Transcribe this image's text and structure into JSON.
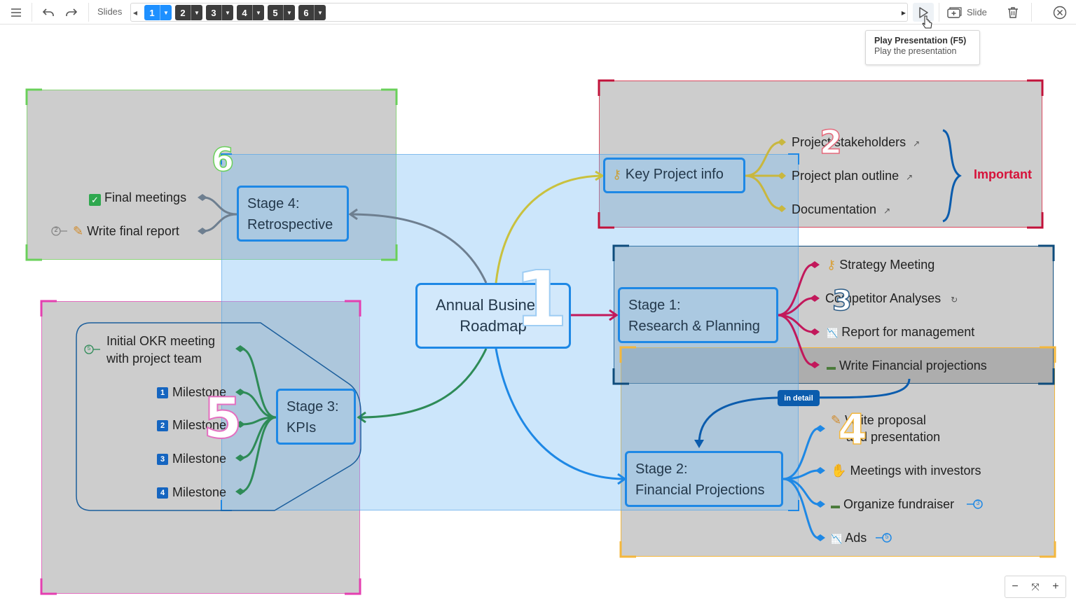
{
  "toolbar": {
    "menu_icon": "hamburger-icon",
    "undo_icon": "undo-icon",
    "redo_icon": "redo-icon",
    "slides_label": "Slides",
    "slide_tabs": [
      "1",
      "2",
      "3",
      "4",
      "5",
      "6"
    ],
    "active_slide": "1",
    "play_icon": "play-icon",
    "add_slide_label": "Slide",
    "delete_icon": "trash-icon",
    "close_icon": "close-icon"
  },
  "tooltip": {
    "title": "Play Presentation (F5)",
    "description": "Play the presentation"
  },
  "frame_numbers": [
    "1",
    "2",
    "3",
    "4",
    "5",
    "6"
  ],
  "mindmap": {
    "center": {
      "line1": "Annual Business",
      "line2": "Roadmap"
    },
    "key_project": {
      "title": "Key Project info",
      "items": [
        "Project stakeholders",
        "Project plan outline",
        "Documentation"
      ],
      "bracket_label": "Important"
    },
    "stage1": {
      "line1": "Stage 1:",
      "line2": "Research & Planning",
      "items": [
        "Strategy Meeting",
        "Competitor Analyses",
        "Report for management",
        "Write Financial projections"
      ]
    },
    "stage2": {
      "line1": "Stage 2:",
      "line2": "Financial Projections",
      "items": [
        "Write proposal",
        "and presentation",
        "Meetings with investors",
        "Organize fundraiser",
        "Ads"
      ],
      "link_label": "in detail",
      "fundraiser_count": "3",
      "ads_count": "5"
    },
    "stage3": {
      "line1": "Stage 3:",
      "line2": "KPIs",
      "items": [
        "Initial OKR meeting",
        "with project team",
        "Milestone",
        "Milestone",
        "Milestone",
        "Milestone"
      ],
      "badges": [
        "1",
        "2",
        "3",
        "4"
      ],
      "okr_count": "5"
    },
    "stage4": {
      "line1": "Stage 4:",
      "line2": "Retrospective",
      "items": [
        "Final meetings",
        "Write final report"
      ],
      "report_count": "2"
    }
  },
  "zoom": {
    "minus": "−",
    "fit_icon": "fit-icon",
    "plus": "+"
  },
  "colors": {
    "accent": "#1e88e5",
    "important": "#d6123a",
    "key_branch": "#c9b73e",
    "stage1_branch": "#c2185b",
    "stage3_branch": "#2e8b57",
    "stage4_branch": "#6e7f90"
  }
}
